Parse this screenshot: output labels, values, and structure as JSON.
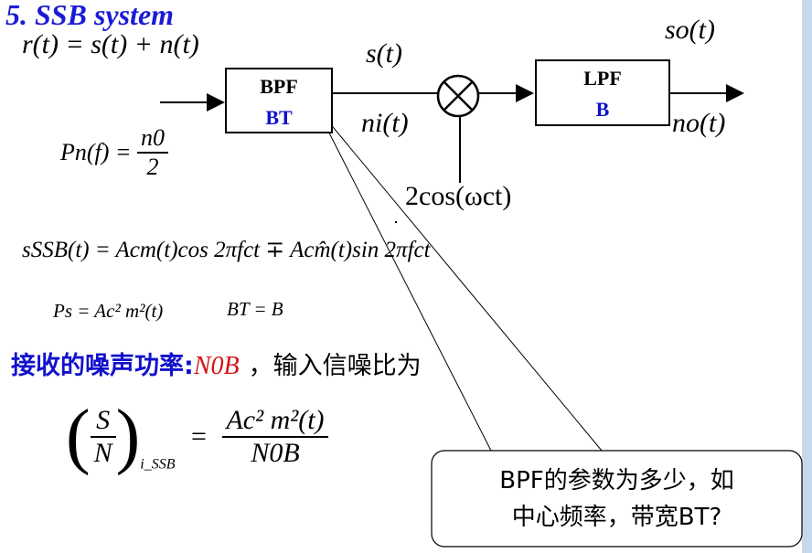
{
  "title": "5. SSB system",
  "input_eq": "r(t) = s(t) + n(t)",
  "signal_label": "s(t)",
  "noise_label": "ni(t)",
  "osc_label": "2cos(ωct)",
  "out_signal": "so(t)",
  "out_noise": "no(t)",
  "bpf": {
    "name": "BPF",
    "param": "BT"
  },
  "lpf": {
    "name": "LPF",
    "param": "B"
  },
  "psd_eq": {
    "lhs": "Pn(f) =",
    "num": "n0",
    "den": "2"
  },
  "ssb_eq": "sSSB(t) = Acm(t)cos 2πfct ∓ Acm̂(t)sin 2πfct",
  "ps_eq": "Ps = Ac² m²(t)",
  "bt_eq": "BT = B",
  "noise_power": {
    "label": "接收的噪声功率:",
    "value": "N0B",
    "suffix": "，输入信噪比为"
  },
  "snr_eq": {
    "lhs_num": "S",
    "lhs_den": "N",
    "subscript": "i_SSB",
    "rhs_num": "Ac² m²(t)",
    "rhs_den": "N0B"
  },
  "callout": {
    "line1": "BPF的参数为多少，如",
    "line2": "中心频率，带宽BT?"
  },
  "colors": {
    "title": "#1b1bd6",
    "param": "#1111cc",
    "noise_value": "#d41515",
    "right_border": "#c8d8ec"
  }
}
